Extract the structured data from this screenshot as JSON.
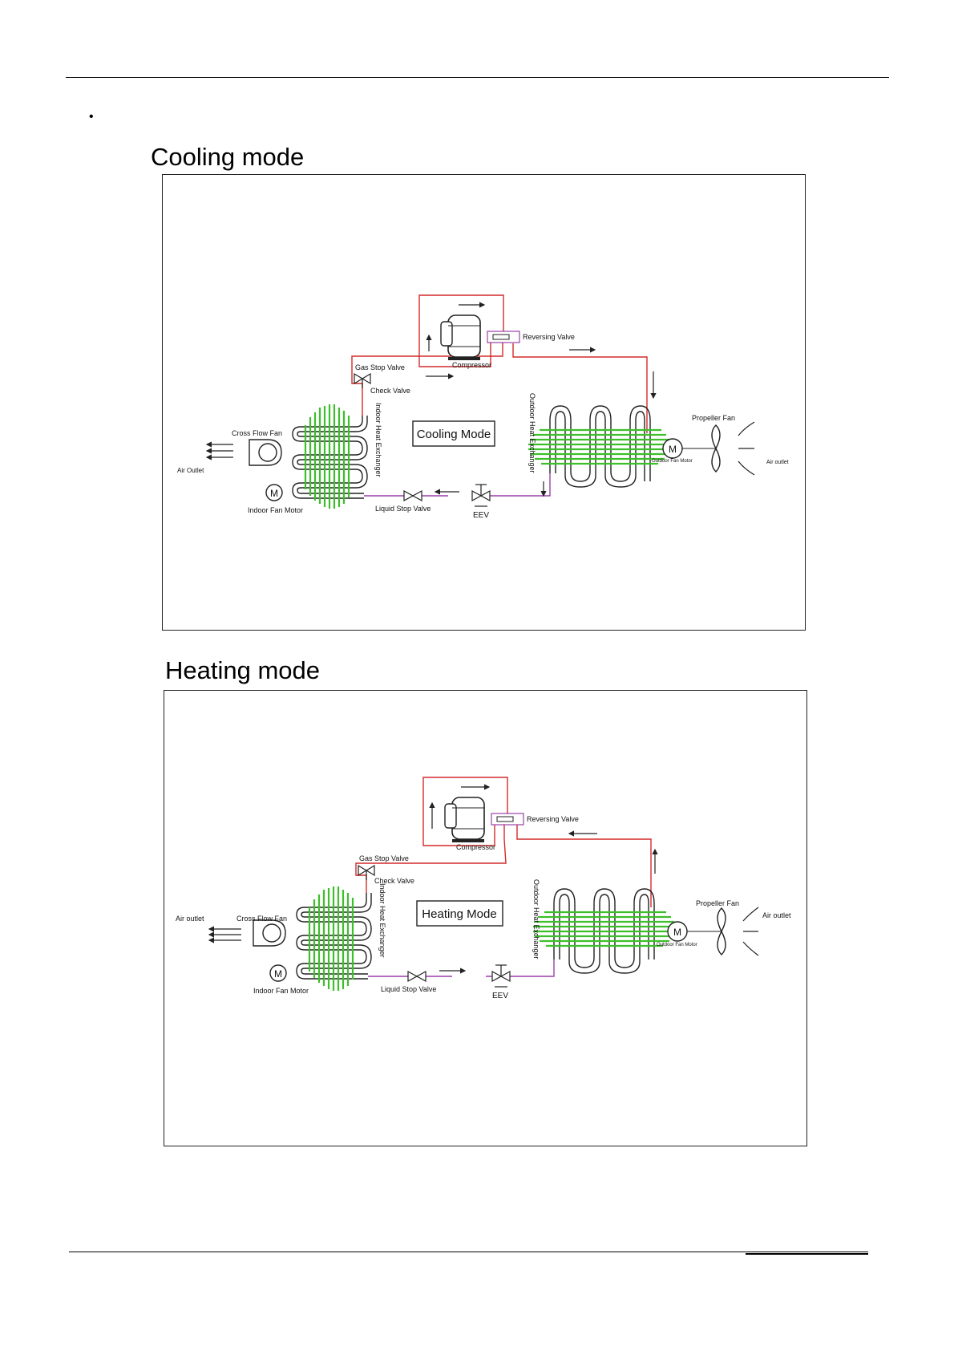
{
  "page": {
    "bullet": "•"
  },
  "sections": [
    {
      "title": "Cooling mode",
      "mode_label": "Cooling Mode",
      "labels": {
        "compressor": "Compressor",
        "reversing_valve": "Reversing Valve",
        "gas_stop_valve": "Gas Stop Valve",
        "check_valve": "Check Valve",
        "indoor_hx": "Indoor Heat Exchanger",
        "outdoor_hx": "Outdoor Heat Exchanger",
        "cross_flow_fan": "Cross Flow Fan",
        "indoor_fan_motor": "Indoor Fan Motor",
        "liquid_stop_valve": "Liquid Stop Valve",
        "eev": "EEV",
        "propeller_fan": "Propeller Fan",
        "outdoor_fan_motor": "Outdoor Fan Motor",
        "air_outlet_indoor": "Air Outlet",
        "air_outlet_outdoor": "Air outlet"
      }
    },
    {
      "title": "Heating mode",
      "mode_label": "Heating Mode",
      "labels": {
        "compressor": "Compressor",
        "reversing_valve": "Reversing Valve",
        "gas_stop_valve": "Gas Stop Valve",
        "check_valve": "Check Valve",
        "indoor_hx": "Indoor Heat Exchanger",
        "outdoor_hx": "Outdoor Heat Exchanger",
        "cross_flow_fan": "Cross Flow Fan",
        "indoor_fan_motor": "Indoor Fan Motor",
        "liquid_stop_valve": "Liquid Stop Valve",
        "eev": "EEV",
        "propeller_fan": "Propeller Fan",
        "outdoor_fan_motor": "Outdoor Fan Motor",
        "air_outlet_indoor": "Air outlet",
        "air_outlet_outdoor": "Air outlet"
      }
    }
  ],
  "colors": {
    "refrigerant_gas": "#d42a2a",
    "refrigerant_liquid": "#9b3fa8",
    "fins": "#3cbf2a",
    "line": "#222222"
  }
}
